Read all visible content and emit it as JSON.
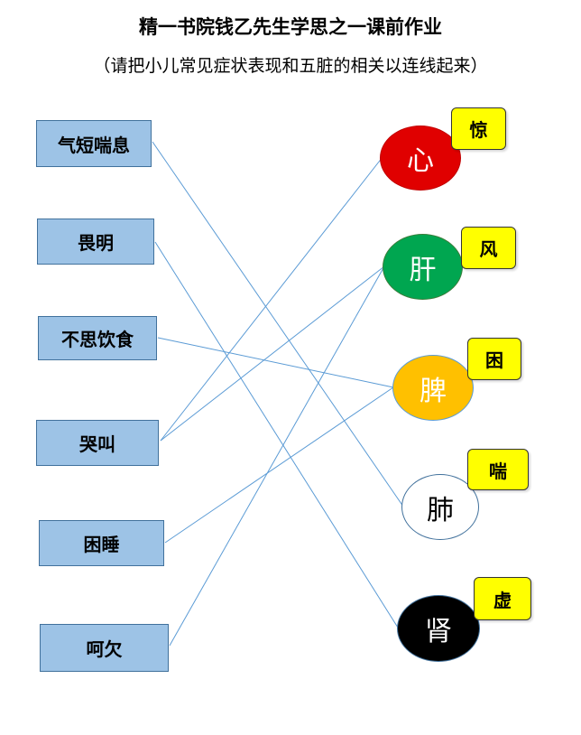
{
  "title": "精一书院钱乙先生学思之一课前作业",
  "subtitle": "（请把小儿常见症状表现和五脏的相关以连线起来）",
  "colors": {
    "box_fill": "#9dc3e6",
    "box_border": "#41719c",
    "line": "#5b9bd5",
    "label_fill": "#ffff00"
  },
  "symptoms": [
    {
      "id": "s1",
      "label": "气短喘息"
    },
    {
      "id": "s2",
      "label": "畏明"
    },
    {
      "id": "s3",
      "label": "不思饮食"
    },
    {
      "id": "s4",
      "label": "哭叫"
    },
    {
      "id": "s5",
      "label": "困睡"
    },
    {
      "id": "s6",
      "label": "呵欠"
    }
  ],
  "organs": [
    {
      "id": "o1",
      "label": "心",
      "emotion": "惊",
      "fill": "#e00000",
      "text_color": "#ffffff",
      "border": "#c00000"
    },
    {
      "id": "o2",
      "label": "肝",
      "emotion": "风",
      "fill": "#00a650",
      "text_color": "#ffffff",
      "border": "#3a7d3a"
    },
    {
      "id": "o3",
      "label": "脾",
      "emotion": "困",
      "fill": "#ffc000",
      "text_color": "#ffffff",
      "border": "#5b9bd5"
    },
    {
      "id": "o4",
      "label": "肺",
      "emotion": "喘",
      "fill": "#ffffff",
      "text_color": "#000000",
      "border": "#41719c"
    },
    {
      "id": "o5",
      "label": "肾",
      "emotion": "虚",
      "fill": "#000000",
      "text_color": "#ffffff",
      "border": "#41719c"
    }
  ],
  "connections": [
    {
      "from": "s1",
      "to": "o4"
    },
    {
      "from": "s2",
      "to": "o5"
    },
    {
      "from": "s3",
      "to": "o3"
    },
    {
      "from": "s4",
      "to": "o1"
    },
    {
      "from": "s4",
      "to": "o2"
    },
    {
      "from": "s5",
      "to": "o3"
    },
    {
      "from": "s6",
      "to": "o2"
    }
  ]
}
